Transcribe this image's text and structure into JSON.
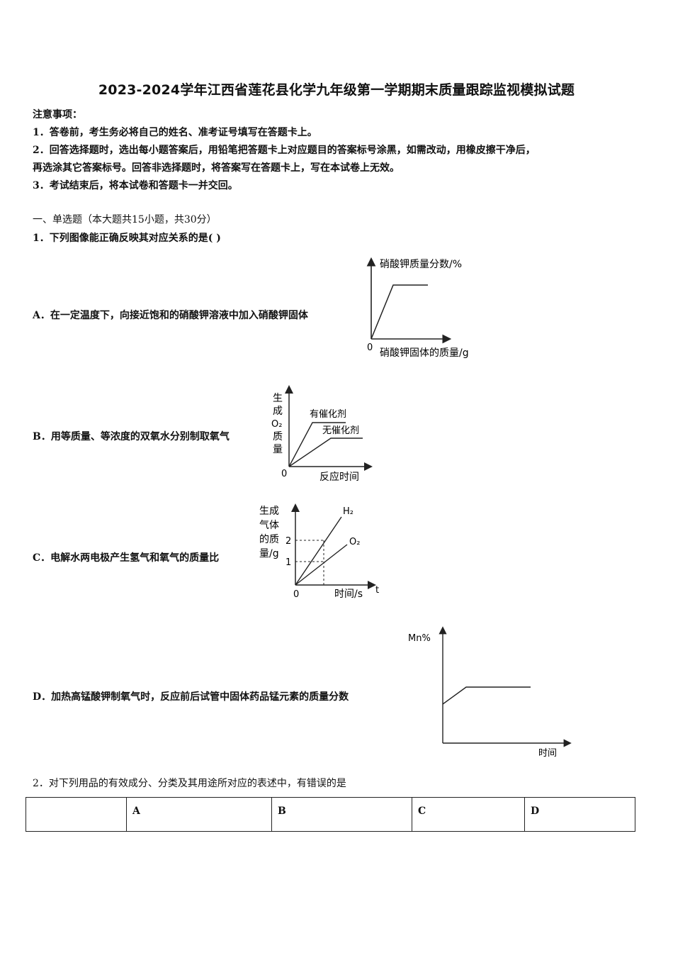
{
  "title": "2023-2024学年江西省莲花县化学九年级第一学期期末质量跟踪监视模拟试题",
  "notice": {
    "heading": "注意事项：",
    "items": [
      "1．答卷前，考生务必将自己的姓名、准考证号填写在答题卡上。",
      "2．回答选择题时，选出每小题答案后，用铅笔把答题卡上对应题目的答案标号涂黑，如需改动，用橡皮擦干净后，",
      "再选涂其它答案标号。回答非选择题时，将答案写在答题卡上，写在本试卷上无效。",
      "3．考试结束后，将本试卷和答题卡一并交回。"
    ]
  },
  "section": "一、单选题（本大题共15小题，共30分）",
  "q1": {
    "stem": "1．下列图像能正确反映其对应关系的是(    )",
    "options": {
      "A": "A．在一定温度下，向接近饱和的硝酸钾溶液中加入硝酸钾固体",
      "B": "B．用等质量、等浓度的双氧水分别制取氧气",
      "C": "C．电解水两电极产生氢气和氧气的质量比",
      "D": "D．加热高锰酸钾制氧气时，反应前后试管中固体药品锰元素的质量分数"
    }
  },
  "graphA": {
    "ylabel": "硝酸钾质量分数/%",
    "xlabel": "硝酸钾固体的质量/g",
    "origin": "0"
  },
  "graphB": {
    "ylabel_chars": [
      "生",
      "成",
      "O₂",
      "质",
      "量"
    ],
    "xlabel": "反应时间",
    "origin": "0",
    "series": [
      "有催化剂",
      "无催化剂"
    ]
  },
  "graphC": {
    "ylabel_lines": [
      "生成",
      "气体",
      "的质",
      "量/g"
    ],
    "xlabel": "时间/s",
    "axis_end": "t",
    "origin": "0",
    "ticks": [
      "2",
      "1"
    ],
    "series": [
      "H₂",
      "O₂"
    ]
  },
  "graphD": {
    "ylabel": "Mn%",
    "xlabel": "时间"
  },
  "q2": {
    "stem": "2．对下列用品的有效成分、分类及其用途所对应的表述中，有错误的是",
    "table_headers": [
      "",
      "A",
      "B",
      "C",
      "D"
    ]
  }
}
